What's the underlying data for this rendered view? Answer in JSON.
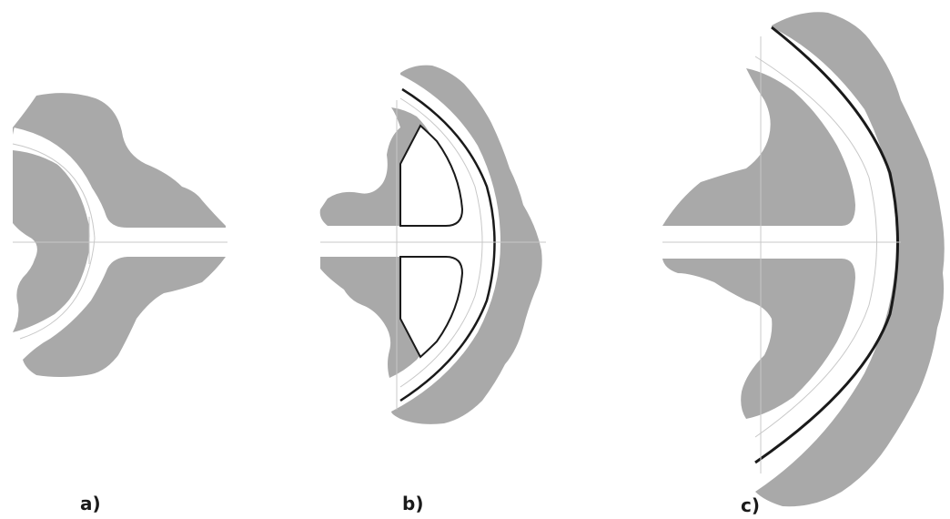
{
  "panels": [
    {
      "label": "a)"
    },
    {
      "label": "b)"
    },
    {
      "label": "c)"
    }
  ],
  "colors": {
    "fill": "#a9a9a9",
    "outline": "#1a1a1a",
    "guide": "#c8c8c8",
    "background": "#ffffff"
  }
}
